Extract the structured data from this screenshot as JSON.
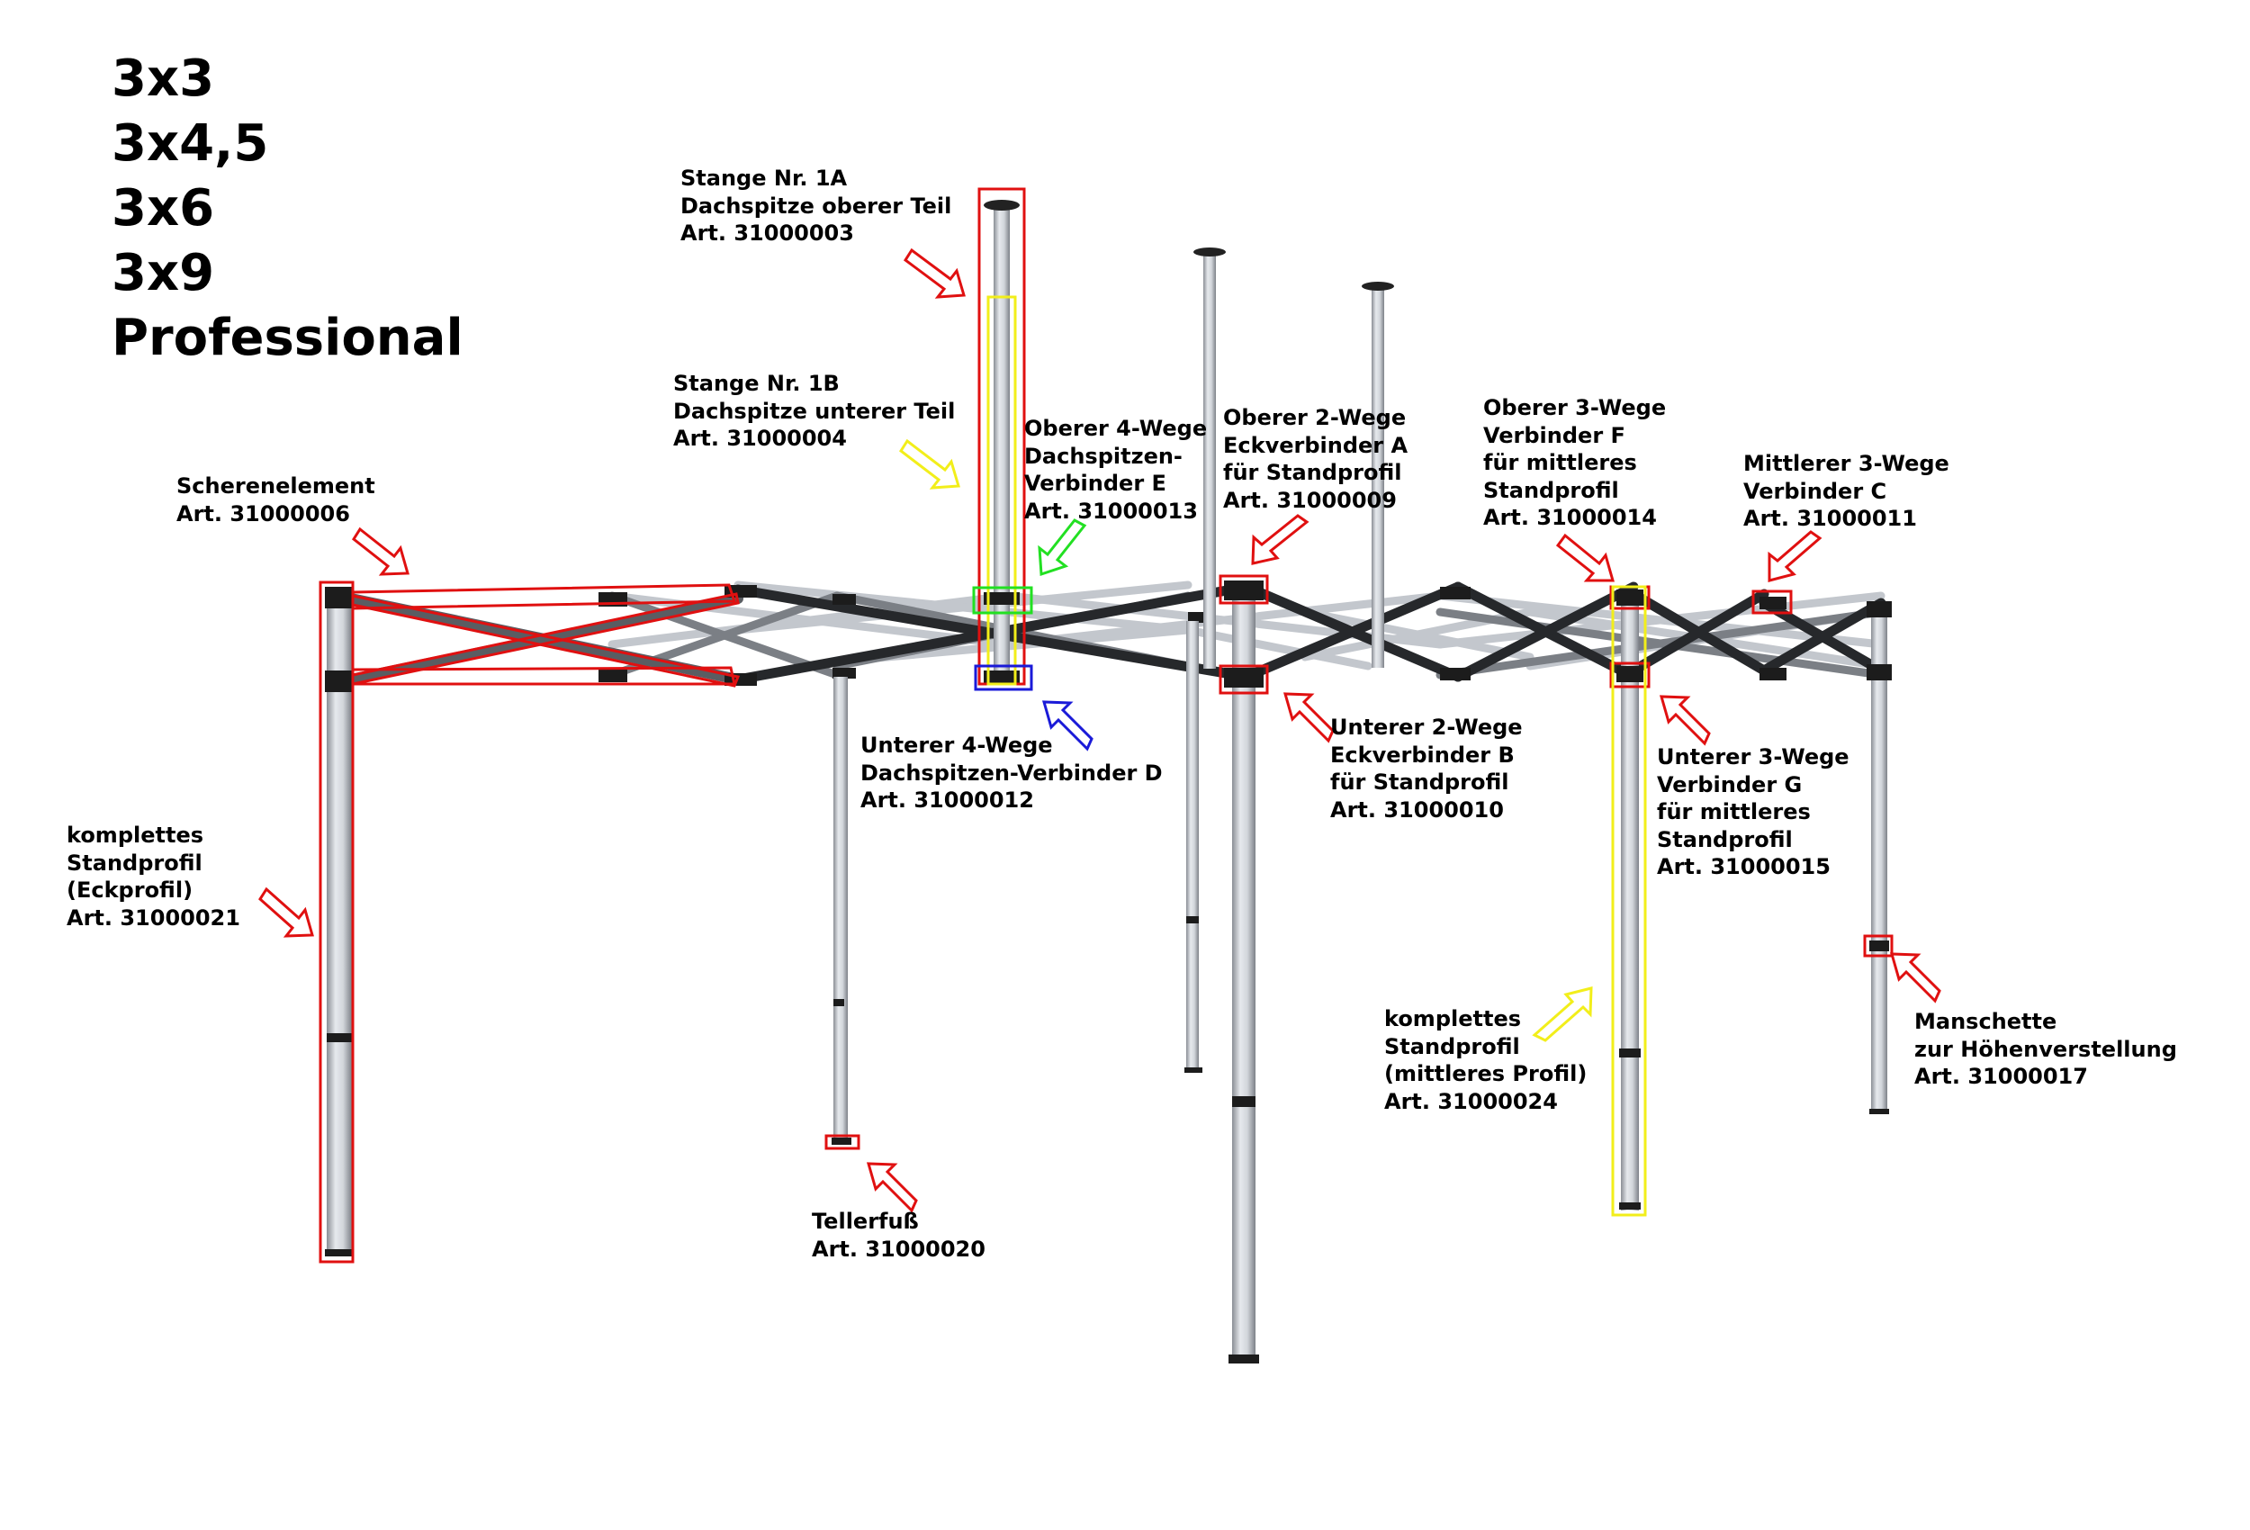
{
  "sizes": [
    "3x3",
    "3x4,5",
    "3x6",
    "3x9",
    "Professional"
  ],
  "labels": [
    {
      "id": "stange-1a",
      "lines": [
        "Stange Nr. 1A",
        "Dachspitze oberer Teil",
        "Art. 31000003"
      ]
    },
    {
      "id": "stange-1b",
      "lines": [
        "Stange Nr. 1B",
        "Dachspitze unterer Teil",
        "Art. 31000004"
      ]
    },
    {
      "id": "oberer-4-wege",
      "lines": [
        "Oberer 4-Wege",
        "Dachspitzen-",
        "Verbinder E",
        "Art. 31000013"
      ]
    },
    {
      "id": "oberer-2-wege",
      "lines": [
        "Oberer 2-Wege",
        "Eckverbinder A",
        "für Standprofil",
        "Art. 31000009"
      ]
    },
    {
      "id": "oberer-3-wege",
      "lines": [
        "Oberer 3-Wege",
        "Verbinder F",
        "für mittleres",
        "Standprofil",
        "Art. 31000014"
      ]
    },
    {
      "id": "mittlerer-3-wege",
      "lines": [
        "Mittlerer 3-Wege",
        "Verbinder C",
        "Art. 31000011"
      ]
    },
    {
      "id": "scherenelement",
      "lines": [
        "Scherenelement",
        "Art. 31000006"
      ]
    },
    {
      "id": "unterer-4-wege",
      "lines": [
        "Unterer 4-Wege",
        "Dachspitzen-Verbinder D",
        "Art. 31000012"
      ]
    },
    {
      "id": "unterer-2-wege",
      "lines": [
        "Unterer 2-Wege",
        "Eckverbinder B",
        "für Standprofil",
        "Art. 31000010"
      ]
    },
    {
      "id": "unterer-3-wege",
      "lines": [
        "Unterer 3-Wege",
        "Verbinder G",
        "für mittleres",
        "Standprofil",
        "Art. 31000015"
      ]
    },
    {
      "id": "standprofil-eck",
      "lines": [
        "komplettes",
        "Standprofil",
        "(Eckprofil)",
        "Art. 31000021"
      ]
    },
    {
      "id": "standprofil-mittel",
      "lines": [
        "komplettes",
        "Standprofil",
        "(mittleres Profil)",
        "Art. 31000024"
      ]
    },
    {
      "id": "manschette",
      "lines": [
        "Manschette",
        "zur Höhenverstellung",
        "Art. 31000017"
      ]
    },
    {
      "id": "tellerfuss",
      "lines": [
        "Tellerfuß",
        "Art. 31000020"
      ]
    }
  ],
  "colors": {
    "red": "#e01010",
    "yellow": "#f2ee1a",
    "green": "#22e022",
    "blue": "#1a1ad8",
    "frame_dark": "#2a2a2a",
    "frame_mid": "#6b6b6b",
    "frame_light": "#bfc3c9",
    "pole": "#c8ccd2"
  }
}
